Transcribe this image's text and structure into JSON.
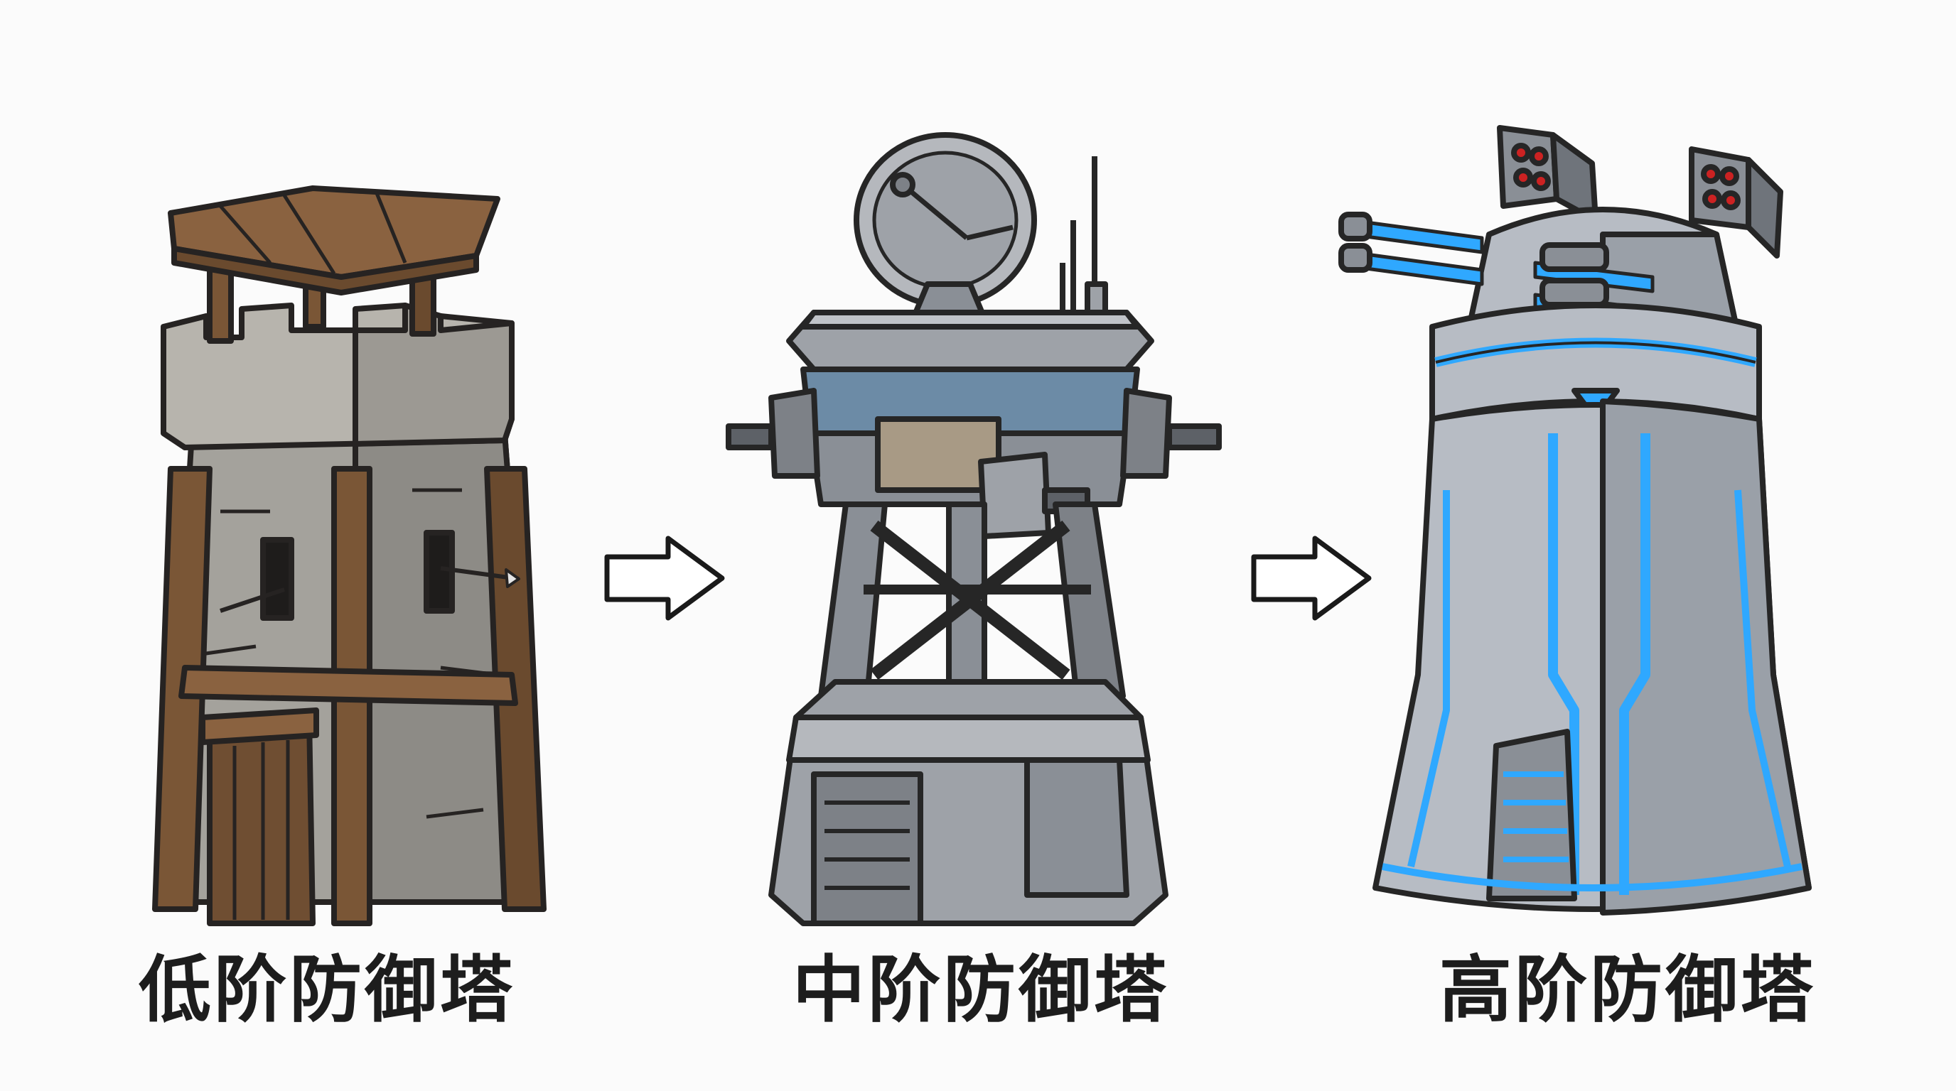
{
  "towers": [
    {
      "id": "low",
      "label": "低阶防御塔",
      "icon": "wooden-stone-watchtower-icon",
      "colors": {
        "wood": "#7a5636",
        "stone": "#a4a29c",
        "outline": "#262322"
      }
    },
    {
      "id": "mid",
      "label": "中阶防御塔",
      "icon": "metal-radar-gun-tower-icon",
      "colors": {
        "metal": "#8a8f96",
        "glass": "#6c8ba6",
        "panel": "#a89a85",
        "outline": "#262626"
      }
    },
    {
      "id": "high",
      "label": "高阶防御塔",
      "icon": "futuristic-laser-missile-tower-icon",
      "colors": {
        "metal": "#b7bcc4",
        "glow": "#2fa8ff",
        "missile": "#cc2222",
        "outline": "#262626"
      }
    }
  ],
  "arrows": [
    {
      "icon": "right-arrow-icon"
    },
    {
      "icon": "right-arrow-icon"
    }
  ]
}
